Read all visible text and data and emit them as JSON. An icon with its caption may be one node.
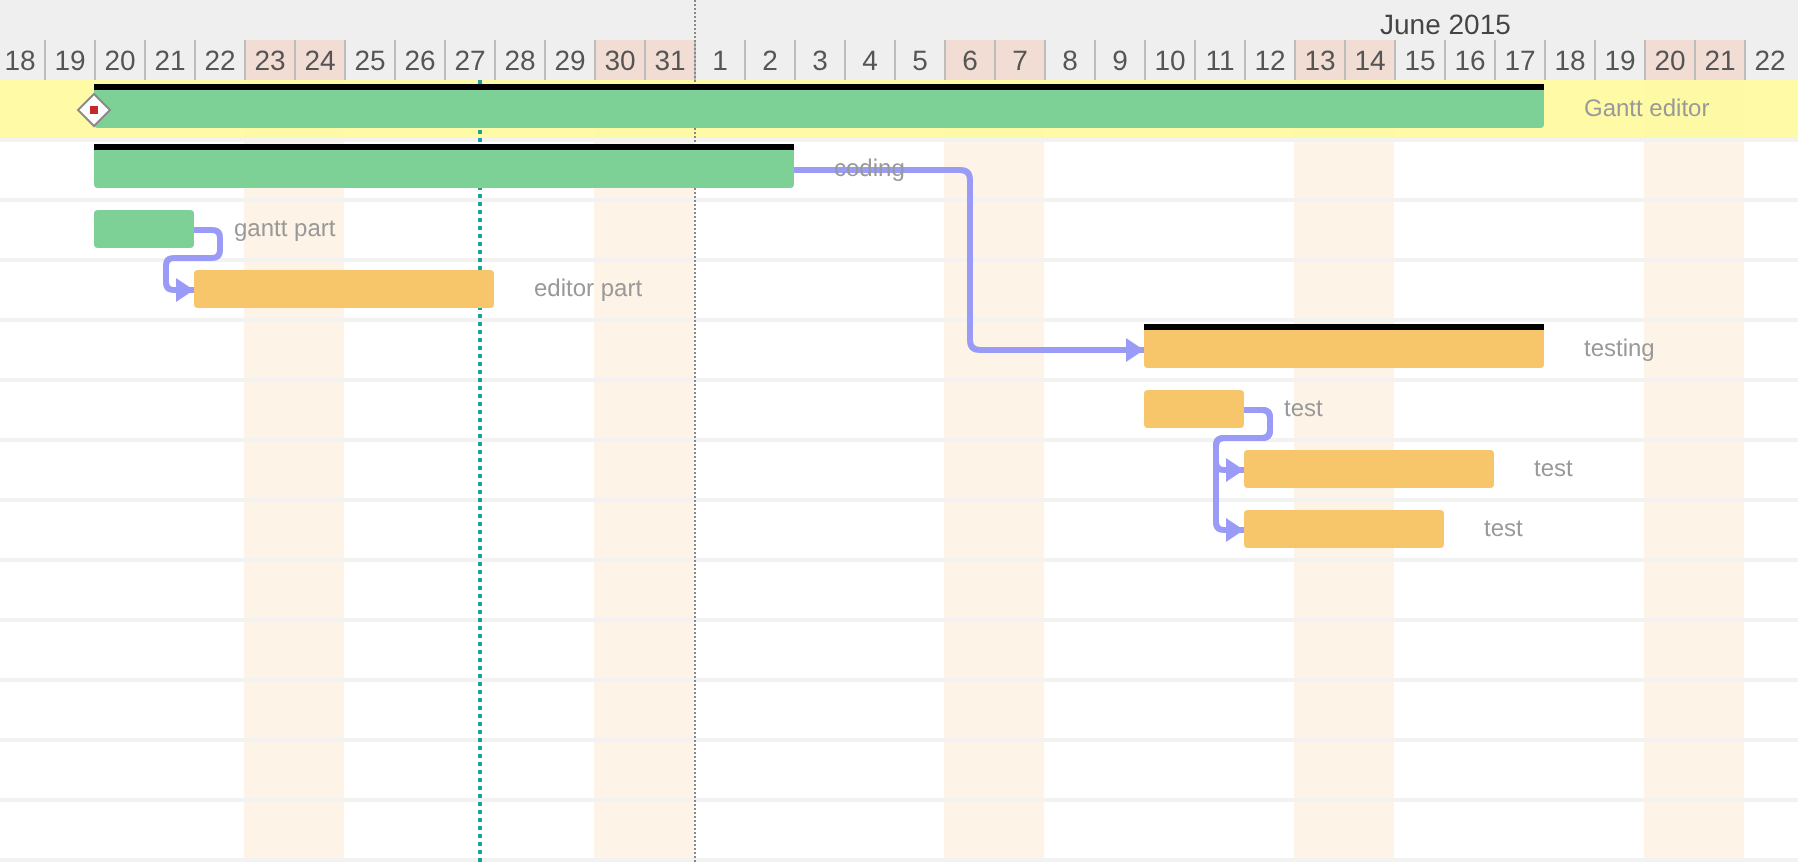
{
  "diagram": {
    "nodes": [
      {
        "text": [],
        "shape": "bar",
        "beside": [
          "Gantt editor"
        ]
      },
      {
        "text": [],
        "shape": "bar",
        "beside": [
          "coding"
        ]
      },
      {
        "text": [],
        "shape": "bar",
        "beside": [
          "gantt part"
        ]
      },
      {
        "text": [],
        "shape": "bar",
        "beside": [
          "editor part"
        ]
      },
      {
        "text": [],
        "shape": "bar",
        "beside": [
          "testing"
        ]
      },
      {
        "text": [],
        "shape": "bar",
        "beside": [
          "test"
        ]
      },
      {
        "text": [],
        "shape": "bar",
        "beside": [
          "test"
        ]
      },
      {
        "text": [],
        "shape": "bar",
        "beside": [
          "test"
        ]
      }
    ],
    "edges": [
      {
        "from": 1,
        "to": 4,
        "arrow": "to"
      },
      {
        "from": 2,
        "to": 3,
        "arrow": "to"
      },
      {
        "from": 5,
        "to": 6,
        "arrow": "to"
      },
      {
        "from": 5,
        "to": 7,
        "arrow": "to"
      }
    ],
    "labels": [
      "June 2015",
      "18",
      "19",
      "20",
      "21",
      "22",
      "23",
      "24",
      "25",
      "26",
      "27",
      "28",
      "29",
      "30",
      "31",
      "1",
      "2",
      "3",
      "4",
      "5",
      "6",
      "7",
      "8",
      "9",
      "10",
      "11",
      "12",
      "13",
      "14",
      "15",
      "16",
      "17",
      "18",
      "19",
      "20",
      "21",
      "22"
    ]
  }
}
